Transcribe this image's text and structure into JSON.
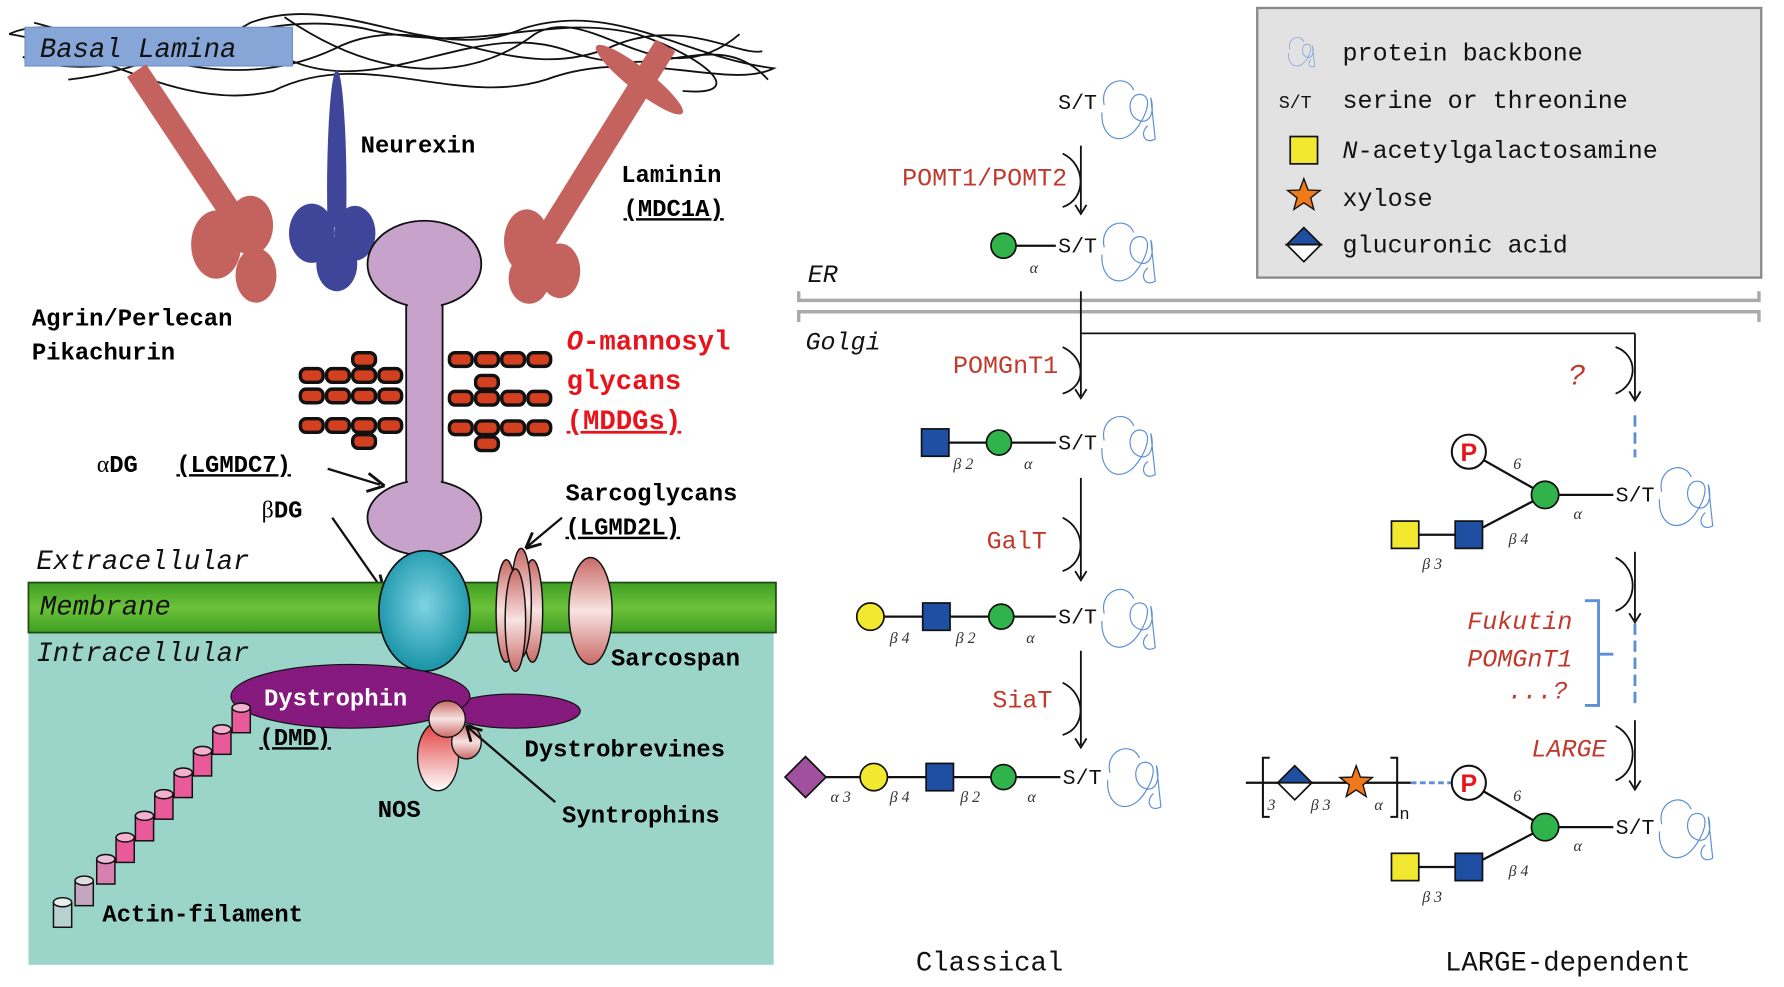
{
  "colors": {
    "laminin_arm": "#c4635e",
    "neurexin": "#3f4699",
    "alpha_dg": "#c7a3cc",
    "beta_dg": "#1aa6bd",
    "membrane": "#4cae2c",
    "intracellular": "#9bd4c9",
    "dystrophin": "#85197d",
    "glycan_chain": "#d2401f",
    "mannose": "#2fb34a",
    "glcnac": "#1f4fa3",
    "galactose": "#f2e830",
    "galnac": "#f2e830",
    "sialic_acid": "#a0509e",
    "xylose": "#f07a1a",
    "protein_backbone": "#5b8fd6",
    "enzyme_text": "#c0392b"
  },
  "left": {
    "basal_lamina": "Basal Lamina",
    "neurexin": "Neurexin",
    "laminin": "Laminin",
    "laminin_gene": "(MDC1A)",
    "agrin": "Agrin/Perlecan",
    "pikachurin": "Pikachurin",
    "omannosyl_o": "O",
    "omannosyl_rest": "-mannosyl",
    "glycans": "glycans",
    "mddgs": "(MDDGs)",
    "adg_symbol": "α",
    "adg": "DG",
    "adg_gene": "(LGMDC7)",
    "bdg_symbol": "β",
    "bdg": "DG",
    "sarcoglycans": "Sarcoglycans",
    "sarcoglycans_gene": "(LGMD2L)",
    "extracellular": "Extracellular",
    "membrane": "Membrane",
    "intracellular": "Intracellular",
    "sarcospan": "Sarcospan",
    "dystrophin": "Dystrophin",
    "dmd": "(DMD)",
    "dystrobrevines": "Dystrobrevines",
    "nos": "NOS",
    "syntrophins": "Syntrophins",
    "actin": "Actin-filament"
  },
  "legend": {
    "protein_backbone": "protein backbone",
    "st_symbol": "S/T",
    "serine_threonine": "serine or threonine",
    "galnac_n": "N",
    "galnac_rest": "-acetylgalactosamine",
    "xylose": "xylose",
    "glucuronic_acid": "glucuronic acid"
  },
  "right": {
    "st": "S/T",
    "er": "ER",
    "golgi": "Golgi",
    "enzymes": {
      "pomt": "POMT1/POMT2",
      "pomgnt1": "POMGnT1",
      "galt": "GalT",
      "siat": "SiaT",
      "unknown": "?",
      "fukutin": "Fukutin",
      "pomgnt1_b": "POMGnT1",
      "more": "...?",
      "large": "LARGE"
    },
    "linkages": {
      "alpha": "α",
      "beta2": "β 2",
      "beta3": "β 3",
      "beta4": "β 4",
      "alpha3": "α 3",
      "six": "6",
      "three": "3",
      "n": "n"
    },
    "phosphate": "P",
    "classical": "Classical",
    "large_dependent": "LARGE-dependent"
  }
}
